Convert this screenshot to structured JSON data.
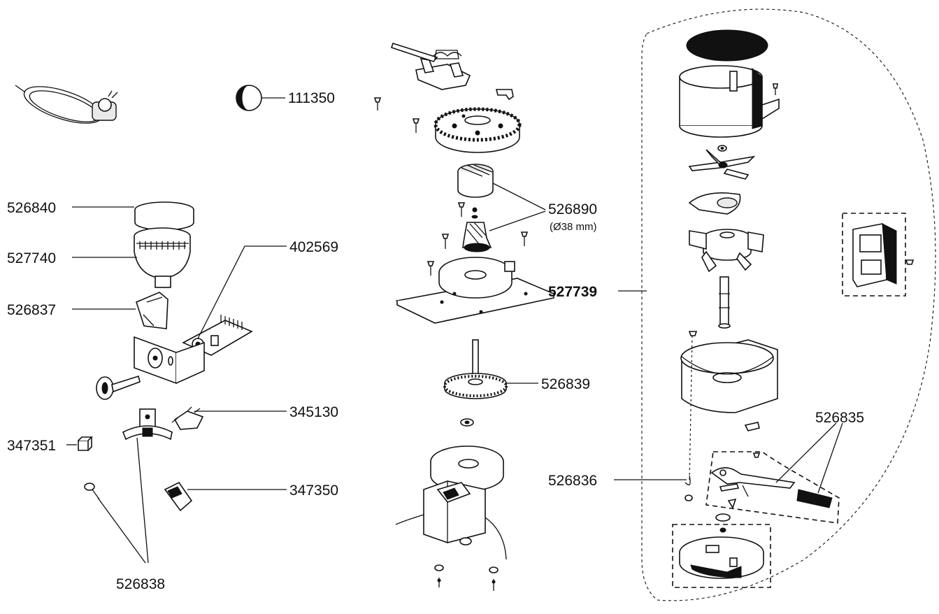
{
  "labels": {
    "p111350": "111350",
    "p526840": "526840",
    "p527740": "527740",
    "p402569": "402569",
    "p526837": "526837",
    "p345130": "345130",
    "p347351": "347351",
    "p347350": "347350",
    "p526838": "526838",
    "p526890": "526890",
    "p526890_note": "(Ø38 mm)",
    "p526839": "526839",
    "p527739": "527739",
    "p526835": "526835",
    "p526836": "526836"
  }
}
